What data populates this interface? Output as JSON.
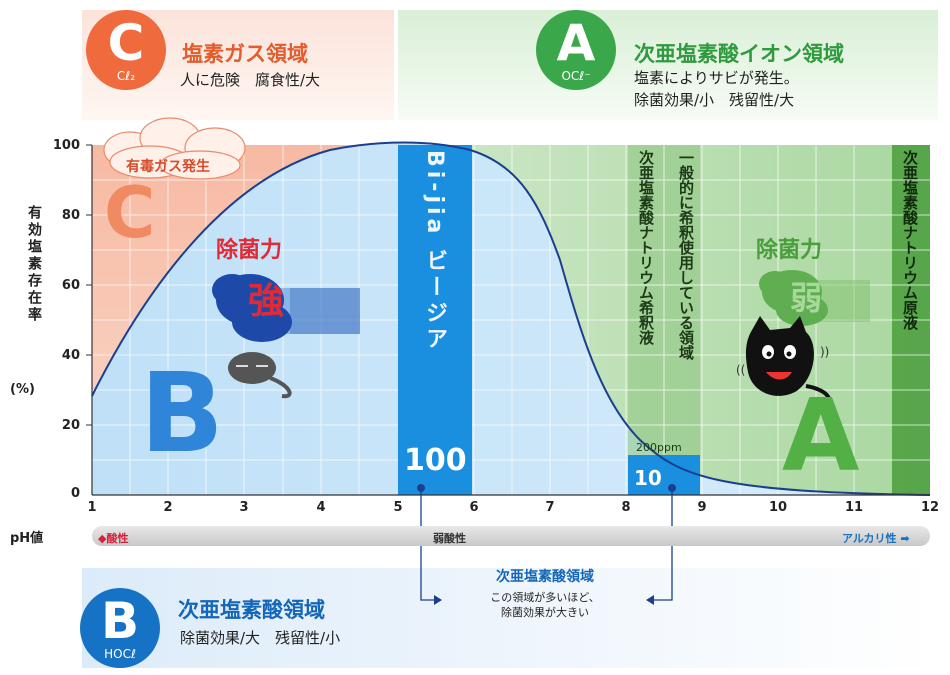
{
  "region_c": {
    "badge": "C",
    "formula": "Cℓ₂",
    "title": "塩素ガス領域",
    "desc": "人に危険　腐食性/大",
    "color": "#ef6a3c"
  },
  "region_a": {
    "badge": "A",
    "formula": "OCℓ⁻",
    "title": "次亜塩素酸イオン領域",
    "desc1": "塩素によりサビが発生。",
    "desc2": "除菌効果/小　残留性/大",
    "color": "#3aa84a"
  },
  "region_b": {
    "badge": "B",
    "formula": "HOCℓ",
    "title": "次亜塩素酸領域",
    "desc": "除菌効果/大　残留性/小",
    "color": "#1572c4"
  },
  "chart": {
    "ylabel": "有効塩素存在率",
    "yunit": "(%)",
    "yticks": [
      "0",
      "20",
      "40",
      "60",
      "80",
      "100"
    ],
    "xticks": [
      "1",
      "2",
      "3",
      "4",
      "5",
      "6",
      "7",
      "8",
      "9",
      "10",
      "11",
      "12"
    ],
    "ph_label": "pH値"
  },
  "labels": {
    "toxic_gas": "有毒ガス発生",
    "big_c": "C",
    "big_b": "B",
    "big_a": "A",
    "power_label_strong": "除菌力",
    "power_strong": "強",
    "power_label_weak": "除菌力",
    "power_weak": "弱",
    "bijia": "Bi-jia ビージア",
    "bijia_value": "100",
    "general_use": "一般的に希釈使用している領域",
    "dilute_solution": "次亜塩素酸ナトリウム希釈液",
    "ppm": "200ppm",
    "dilute_value": "10",
    "stock_solution": "次亜塩素酸ナトリウム原液"
  },
  "ph_scale": {
    "acid": "◆酸性",
    "weak_acid": "弱酸性",
    "alkali": "アルカリ性 ➡"
  },
  "note": {
    "title": "次亜塩素酸領域",
    "line1": "この領域が多いほど、",
    "line2": "除菌効果が大きい"
  }
}
